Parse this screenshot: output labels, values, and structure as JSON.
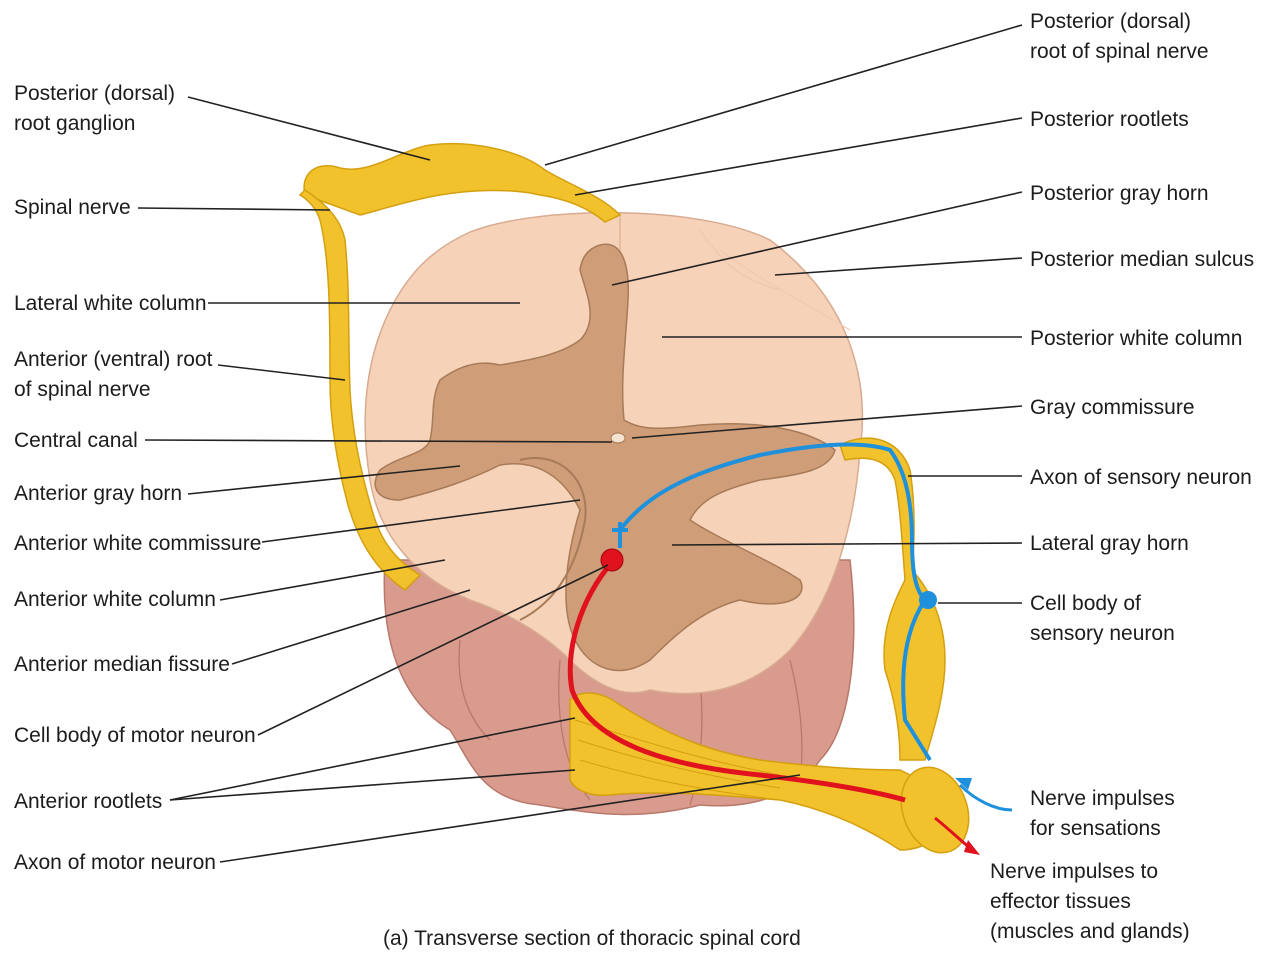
{
  "diagram": {
    "caption": "(a) Transverse section of thoracic spinal cord",
    "colors": {
      "white_matter": "#f6d2b8",
      "gray_matter": "#cf9e78",
      "ventral_tissue": "#d99b8e",
      "nerve": "#f2c22c",
      "sensory_path": "#1e90dc",
      "motor_path": "#e0121e"
    },
    "labels_left": [
      {
        "lines": [
          "Posterior (dorsal)",
          "root ganglion"
        ]
      },
      {
        "lines": [
          "Spinal nerve"
        ]
      },
      {
        "lines": [
          "Lateral white column"
        ]
      },
      {
        "lines": [
          "Anterior (ventral) root",
          "of spinal nerve"
        ]
      },
      {
        "lines": [
          "Central canal"
        ]
      },
      {
        "lines": [
          "Anterior gray horn"
        ]
      },
      {
        "lines": [
          "Anterior white commissure"
        ]
      },
      {
        "lines": [
          "Anterior white column"
        ]
      },
      {
        "lines": [
          "Anterior median fissure"
        ]
      },
      {
        "lines": [
          "Cell body of motor neuron"
        ]
      },
      {
        "lines": [
          "Anterior rootlets"
        ]
      },
      {
        "lines": [
          "Axon of motor neuron"
        ]
      }
    ],
    "labels_right": [
      {
        "lines": [
          "Posterior (dorsal)",
          "root of spinal nerve"
        ]
      },
      {
        "lines": [
          "Posterior rootlets"
        ]
      },
      {
        "lines": [
          "Posterior gray horn"
        ]
      },
      {
        "lines": [
          "Posterior median sulcus"
        ]
      },
      {
        "lines": [
          "Posterior white column"
        ]
      },
      {
        "lines": [
          "Gray commissure"
        ]
      },
      {
        "lines": [
          "Axon of sensory neuron"
        ]
      },
      {
        "lines": [
          "Lateral gray horn"
        ]
      },
      {
        "lines": [
          "Cell body of",
          "sensory neuron"
        ]
      },
      {
        "lines": [
          "Nerve impulses",
          "for sensations"
        ]
      },
      {
        "lines": [
          "Nerve impulses to",
          "effector tissues",
          "(muscles and glands)"
        ]
      }
    ]
  }
}
